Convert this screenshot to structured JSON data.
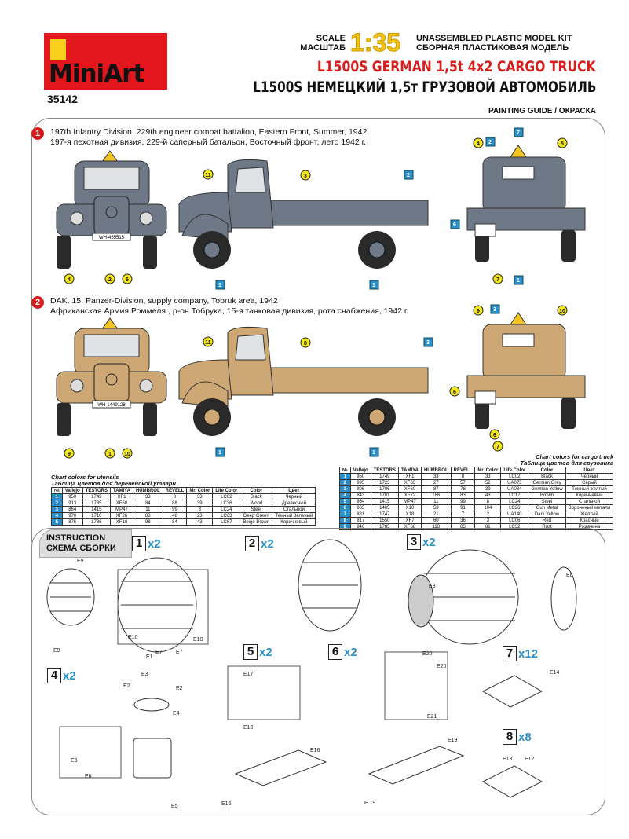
{
  "header": {
    "brand": "MiniArt",
    "code": "35142",
    "scale_en": "SCALE",
    "scale_ru": "МАСШТАБ",
    "ratio": "1:35",
    "kit_en": "UNASSEMBLED PLASTIC MODEL KIT",
    "kit_ru": "СБОРНАЯ ПЛАСТИКОВАЯ МОДЕЛЬ",
    "title_en": "L1500S GERMAN 1,5t 4x2 CARGO TRUCK",
    "title_ru": "L1500S НЕМЕЦКИЙ 1,5т ГРУЗОВОЙ АВТОМОБИЛЬ",
    "section": "PAINTING GUIDE / ОКРАСКА"
  },
  "schemes": [
    {
      "num": "1",
      "line_en": "197th Infantry Division, 229th engineer combat battalion, Eastern Front, Summer, 1942",
      "line_ru": "197-я пехотная дивизия, 229-й саперный батальон, Восточный фронт, лето 1942 г.",
      "color": "#6e7886",
      "plate": "WH-455515",
      "callouts": [
        "4",
        "2",
        "5",
        "11",
        "3",
        "2",
        "1",
        "1",
        "7",
        "4",
        "2",
        "5",
        "6",
        "7",
        "1"
      ]
    },
    {
      "num": "2",
      "line_en": "DAK. 15. Panzer-Division, supply company, Tobruk area, 1942",
      "line_ru": "Африканская Армия Роммеля , р-он Тобрука, 15-я танковая дивизия, рота снабжения, 1942 г.",
      "color": "#cda874",
      "plate": "WH-1449128",
      "callouts": [
        "9",
        "1",
        "10",
        "11",
        "8",
        "3",
        "1",
        "1",
        "7",
        "9",
        "3",
        "10",
        "6",
        "6"
      ]
    }
  ],
  "utensils_table": {
    "caption_en": "Chart colors for utensils",
    "caption_ru": "Таблица цветов для деревенской утвари",
    "headers": [
      "№",
      "Vallejo",
      "TESTORS",
      "TAMIYA",
      "HUMBROL",
      "REVELL",
      "Mr. Color",
      "Life Color",
      "Color",
      "Цвет"
    ],
    "rows": [
      [
        "1",
        "950",
        "1749",
        "XF1",
        "33",
        "8",
        "33",
        "LC02",
        "Black",
        "Черный"
      ],
      [
        "2",
        "913",
        "1735",
        "XF60",
        "84",
        "88",
        "39",
        "LC36",
        "Wood",
        "Древесный"
      ],
      [
        "3",
        "864",
        "1415",
        "MP47",
        "11",
        "99",
        "8",
        "LC24",
        "Steel",
        "Стальной"
      ],
      [
        "4",
        "970",
        "1710",
        "XF26",
        "88",
        "48",
        "23",
        "LC63",
        "Deep Green",
        "Темный Зеленый"
      ],
      [
        "5",
        "875",
        "1736",
        "XF10",
        "98",
        "84",
        "43",
        "LC67",
        "Beige Brown",
        "Коричневый"
      ]
    ]
  },
  "cargo_table": {
    "caption_en": "Chart colors for cargo truck",
    "caption_ru": "Таблица цветов для грузовика",
    "headers": [
      "№",
      "Vallejo",
      "TESTORS",
      "TAMIYA",
      "HUMBROL",
      "REVELL",
      "Mr. Color",
      "Life Color",
      "Color",
      "Цвет"
    ],
    "rows": [
      [
        "1",
        "950",
        "1749",
        "XF1",
        "33",
        "8",
        "33",
        "LC02",
        "Black",
        "Черный"
      ],
      [
        "2",
        "995",
        "1723",
        "XF63",
        "27",
        "57",
        "52",
        "UA073",
        "German Grey",
        "Серый"
      ],
      [
        "3",
        "806",
        "1706",
        "XF60",
        "87",
        "78",
        "39",
        "UA084",
        "German Yellow",
        "Темный желтый"
      ],
      [
        "4",
        "843",
        "1701",
        "XF72",
        "186",
        "83",
        "43",
        "LC17",
        "Brown",
        "Коричневый"
      ],
      [
        "5",
        "864",
        "1415",
        "MP47",
        "11",
        "99",
        "8",
        "LC24",
        "Steel",
        "Стальной"
      ],
      [
        "6",
        "863",
        "1405",
        "X10",
        "53",
        "91",
        "104",
        "LC26",
        "Gun Metal",
        "Вороненый металл"
      ],
      [
        "7",
        "881",
        "1747",
        "X18",
        "21",
        "7",
        "2",
        "UA140",
        "Dark Yellow",
        "Желтый"
      ],
      [
        "8",
        "817",
        "1550",
        "XF7",
        "60",
        "36",
        "3",
        "LC06",
        "Red",
        "Красный"
      ],
      [
        "9",
        "846",
        "1785",
        "XF68",
        "113",
        "83",
        "81",
        "LC32",
        "Rust",
        "Ржавчина"
      ]
    ]
  },
  "instruction": {
    "title_en": "INSTRUCTION",
    "title_ru": "СХЕМА СБОРКИ",
    "steps": [
      {
        "n": "1",
        "mul": "x2"
      },
      {
        "n": "2",
        "mul": "x2"
      },
      {
        "n": "3",
        "mul": "x2"
      },
      {
        "n": "4",
        "mul": "x2"
      },
      {
        "n": "5",
        "mul": "x2"
      },
      {
        "n": "6",
        "mul": "x2"
      },
      {
        "n": "7",
        "mul": "x12"
      },
      {
        "n": "8",
        "mul": "x8"
      }
    ],
    "parts": [
      "E9",
      "E10",
      "E9",
      "E10",
      "E7",
      "E7",
      "E8",
      "E8",
      "E1",
      "E3",
      "E2",
      "E2",
      "E4",
      "E6",
      "E6",
      "E5",
      "E17",
      "E18",
      "E16",
      "E16",
      "E20",
      "E20",
      "E21",
      "E19",
      "E 19",
      "E14",
      "E13",
      "E12"
    ]
  }
}
